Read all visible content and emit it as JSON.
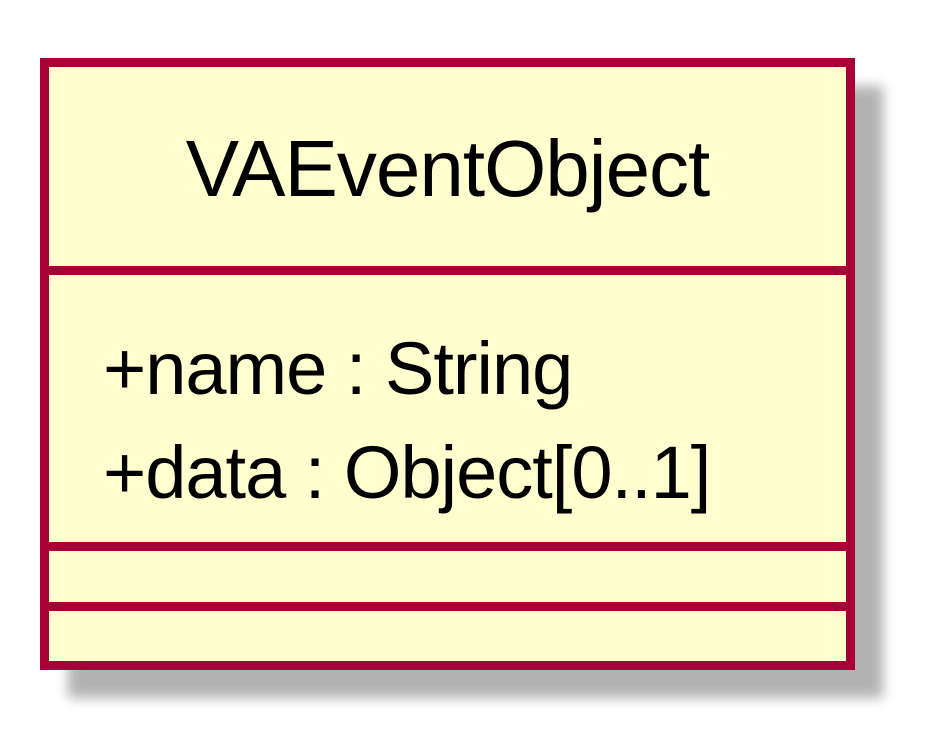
{
  "class": {
    "name": "VAEventObject",
    "attributes": [
      "+name : String",
      "+data : Object[0..1]"
    ],
    "operations": []
  },
  "colors": {
    "border": "#A80036",
    "fill": "#FEFECE",
    "shadow": "#aaaaaa",
    "text": "#000000"
  }
}
